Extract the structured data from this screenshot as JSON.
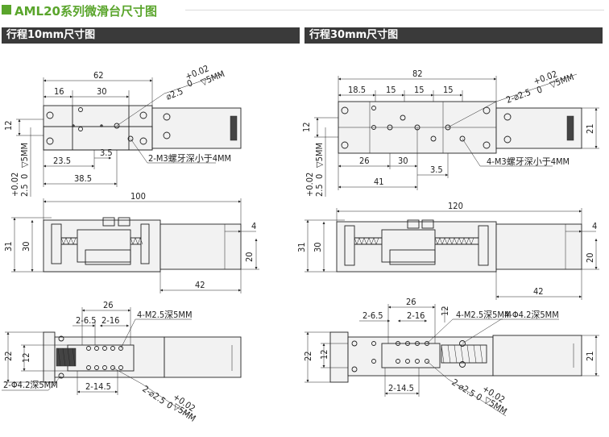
{
  "header": {
    "title": "AML20系列微滑台尺寸图"
  },
  "panels": {
    "left": {
      "title": "行程10mm尺寸图",
      "top_view": {
        "overall": "62",
        "d16": "16",
        "d30": "30",
        "d12": "12",
        "d23_5": "23.5",
        "d3_5": "3.5",
        "d38_5": "38.5",
        "pin_hole": "⌀2.5",
        "tol_plus": "+0.02",
        "tol_zero": "0",
        "pin_depth": "▽5MM",
        "pin_left": "2.5",
        "thread": "2-M3螺牙深小于4MM"
      },
      "side_view": {
        "overall": "100",
        "d4": "4",
        "d31": "31",
        "d30": "30",
        "d20": "20",
        "d42": "42"
      },
      "bottom_view": {
        "d26": "26",
        "d2_6_5": "2-6.5",
        "d2_16": "2-16",
        "thread": "4-M2.5深5MM",
        "d22": "22",
        "d12": "12",
        "d2_14_5": "2-14.5",
        "hole": "2-Φ4.2深5MM",
        "pin": "2-⌀2.5",
        "pin_depth": "▽5MM"
      }
    },
    "right": {
      "title": "行程30mm尺寸图",
      "top_view": {
        "overall": "82",
        "d18_5": "18.5",
        "d15": "15",
        "d12": "12",
        "d21": "21",
        "d26": "26",
        "d30": "30",
        "d3_5": "3.5",
        "d41": "41",
        "pin_hole": "2-⌀2.5",
        "tol_plus": "+0.02",
        "tol_zero": "0",
        "pin_depth": "▽5MM",
        "pin_left": "2.5",
        "thread": "4-M3螺牙深小于4MM"
      },
      "side_view": {
        "overall": "120",
        "d4": "4",
        "d31": "31",
        "d30": "30",
        "d20": "20",
        "d42": "42"
      },
      "bottom_view": {
        "d26": "26",
        "d2_6_5": "2-6.5",
        "d2_16": "2-16",
        "thread": "4-M2.5深5MM",
        "hole": "4-Φ4.2深5MM",
        "d22": "22",
        "d12": "12",
        "d21": "21",
        "d2_14_5": "2-14.5",
        "pin": "2-⌀2.5",
        "pin_depth": "▽5MM"
      }
    }
  }
}
